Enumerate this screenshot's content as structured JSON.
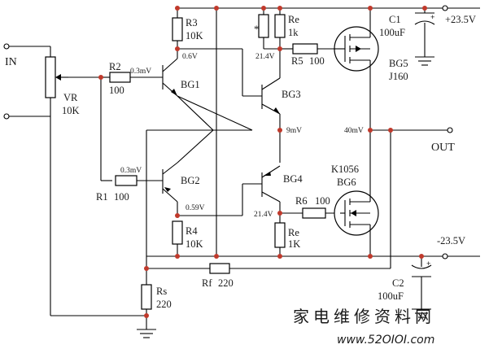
{
  "ports": {
    "in": "IN",
    "out": "OUT",
    "vpos": "+23.5V",
    "vneg": "-23.5V"
  },
  "components": {
    "vr": {
      "name": "VR",
      "value": "10K"
    },
    "r1": {
      "name": "R1",
      "value": "100"
    },
    "r2": {
      "name": "R2",
      "value": "100"
    },
    "r3": {
      "name": "R3",
      "value": "10K"
    },
    "r4": {
      "name": "R4",
      "value": "10K"
    },
    "r5": {
      "name": "R5",
      "value": "100"
    },
    "r6": {
      "name": "R6",
      "value": "100"
    },
    "re_top": {
      "name": "Re",
      "value": "1k",
      "mark": "*"
    },
    "re_bot": {
      "name": "Re",
      "value": "1K"
    },
    "rs": {
      "name": "Rs",
      "value": "220"
    },
    "rf": {
      "name": "Rf",
      "value": "220"
    },
    "c1": {
      "name": "C1",
      "value": "100uF"
    },
    "c2": {
      "name": "C2",
      "value": "100uF"
    },
    "bg1": {
      "name": "BG1"
    },
    "bg2": {
      "name": "BG2"
    },
    "bg3": {
      "name": "BG3"
    },
    "bg4": {
      "name": "BG4"
    },
    "bg5": {
      "name": "BG5",
      "part": "J160"
    },
    "bg6": {
      "name": "BG6",
      "part": "K1056"
    }
  },
  "voltages": {
    "bg1_base": "0.3mV",
    "bg1_emitter": "0.6V",
    "bg2_base": "0.3mV",
    "bg2_emitter": "0.59V",
    "bg3_emitter": "21.4V",
    "bg4_emitter": "21.4V",
    "mid": "9mV",
    "out": "40mV"
  },
  "watermark": {
    "text": "家电维修资料网",
    "url": "www.52OIOI.com"
  }
}
